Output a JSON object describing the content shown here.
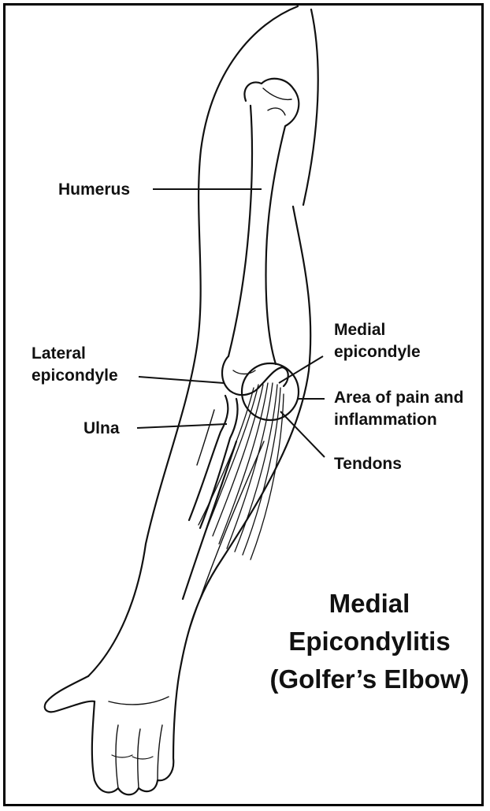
{
  "labels": {
    "humerus": "Humerus",
    "lateral_epicondyle_1": "Lateral",
    "lateral_epicondyle_2": "epicondyle",
    "ulna": "Ulna",
    "medial_epicondyle_1": "Medial",
    "medial_epicondyle_2": "epicondyle",
    "pain_area_1": "Area of pain and",
    "pain_area_2": "inflammation",
    "tendons": "Tendons"
  },
  "title": {
    "line1": "Medial",
    "line2": "Epicondylitis",
    "line3": "(Golfer’s Elbow)"
  },
  "colors": {
    "ink": "#111111",
    "background": "#ffffff"
  }
}
